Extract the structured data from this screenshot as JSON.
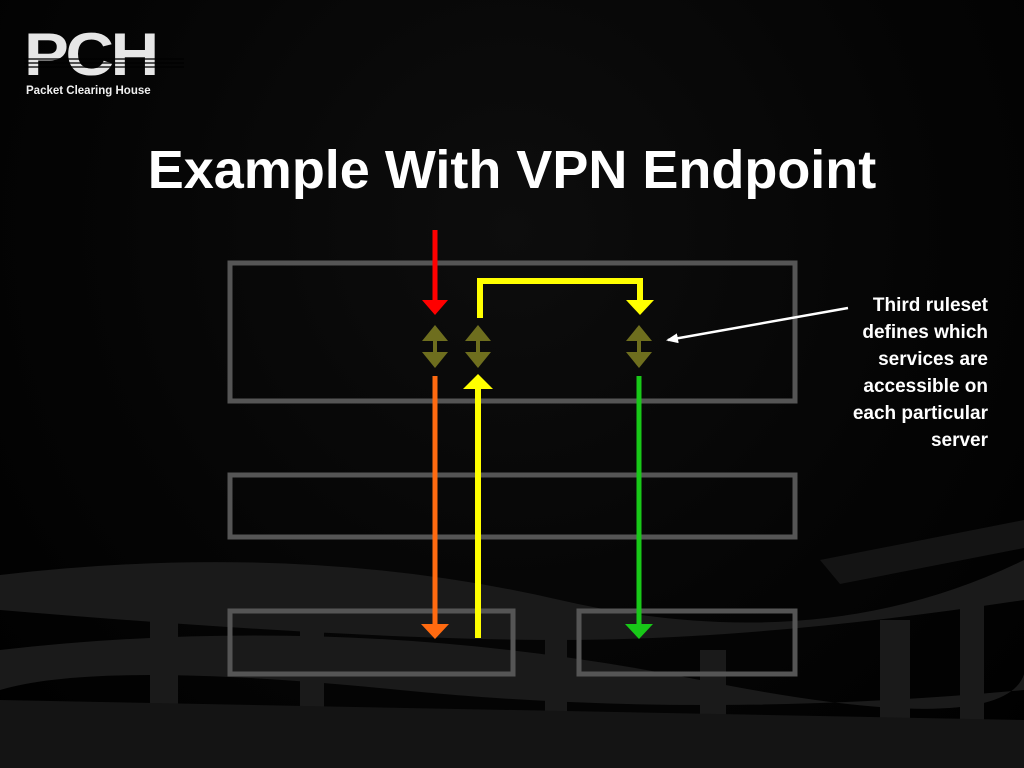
{
  "slide": {
    "title": "Example With VPN Endpoint",
    "logo": {
      "letters": "PCH",
      "subtitle": "Packet Clearing House"
    },
    "annotation": "Third ruleset\ndefines which\nservices are\naccessible on\neach particular\nserver"
  },
  "colors": {
    "background": "#000000",
    "box_border": "#555555",
    "red": "#ff0000",
    "orange": "#ff6a10",
    "yellow": "#ffff00",
    "green": "#18c818",
    "olive": "#6e6e1e",
    "text": "#ffffff"
  },
  "icons": {
    "bidirectional_arrow": "olive-double-arrow-icon",
    "callout_arrow": "white-callout-arrow-icon"
  }
}
